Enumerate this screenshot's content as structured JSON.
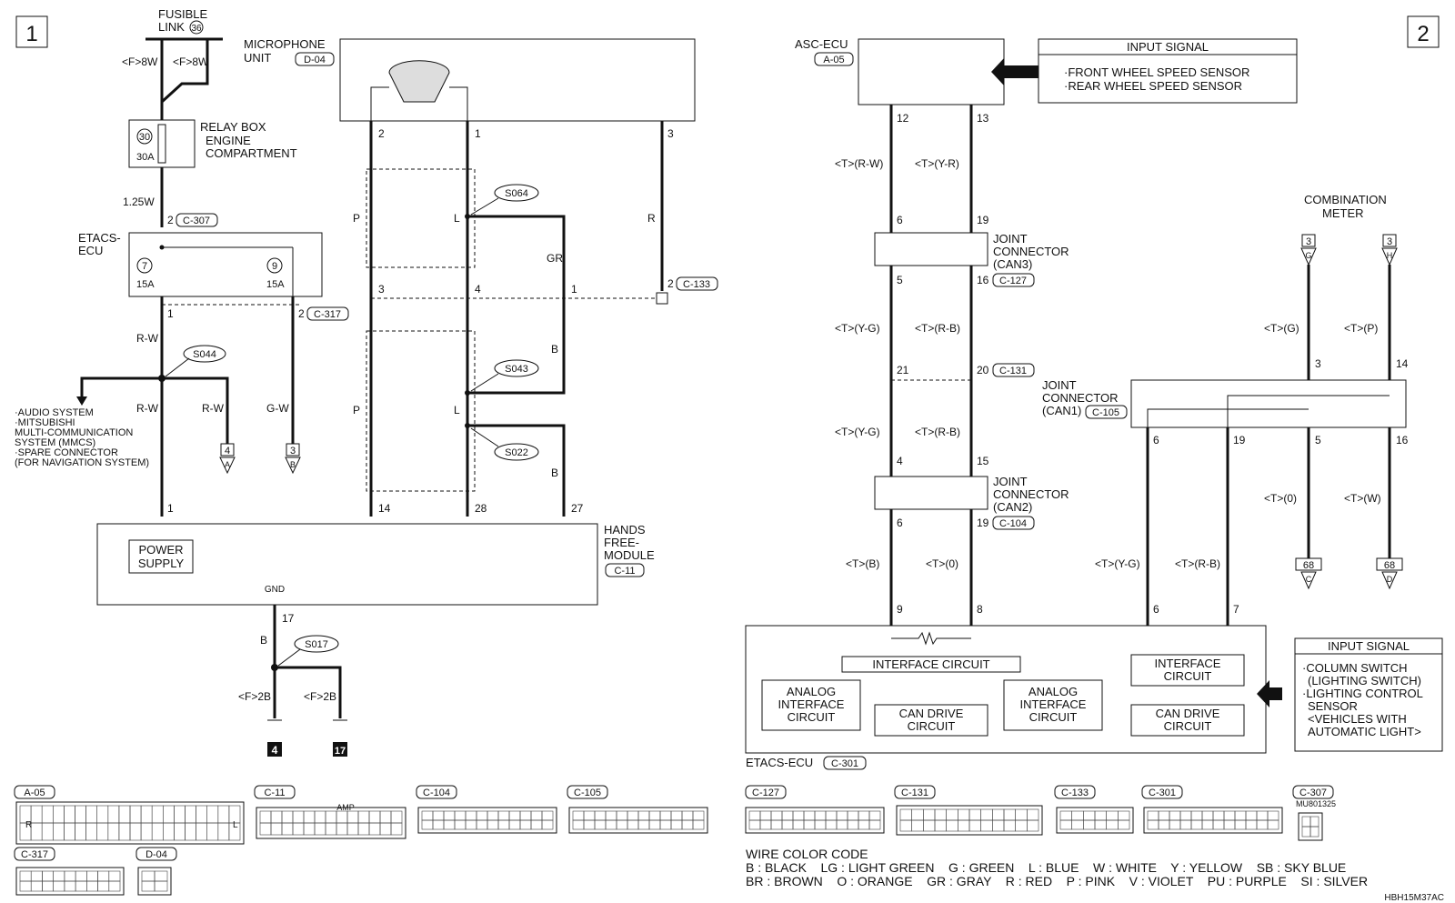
{
  "page_numbers": {
    "left": "1",
    "right": "2"
  },
  "doc_code": "HBH15M37AC",
  "left": {
    "fusible_link": {
      "title_line1": "FUSIBLE",
      "title_line2": "LINK",
      "number": "36",
      "wire_a": "<F>8W",
      "wire_b": "<F>8W"
    },
    "relay_box": {
      "line1": "RELAY BOX",
      "line2": "ENGINE",
      "line3": "COMPARTMENT",
      "fuse_no": "30",
      "fuse_rating": "30A"
    },
    "wire_125": "1.25W",
    "etacs_top": {
      "pin": "2",
      "connector": "C-307",
      "name_line1": "ETACS-",
      "name_line2": "ECU",
      "fuse7_no": "7",
      "fuse7_rating": "15A",
      "fuse9_no": "9",
      "fuse9_rating": "15A",
      "pin_out1": "1",
      "pin_out2": "2",
      "connector2": "C-317"
    },
    "microphone": {
      "line1": "MICROPHONE",
      "line2": "UNIT",
      "connector": "D-04",
      "pin2": "2",
      "pin1": "1",
      "pin3": "3"
    },
    "splices": {
      "s064": "S064",
      "s044": "S044",
      "s043": "S043",
      "s022": "S022",
      "s017": "S017"
    },
    "wires": {
      "rw1": "R-W",
      "rw2": "R-W",
      "rw3": "R-W",
      "gw": "G-W",
      "p1": "P",
      "p2": "P",
      "l1": "L",
      "l2": "L",
      "gr": "GR",
      "b1": "B",
      "b2": "B",
      "r": "R",
      "b_gnd": "B",
      "f2b_a": "<F>2B",
      "f2b_b": "<F>2B"
    },
    "mid_pins": {
      "p3": "3",
      "p4": "4",
      "p1": "1",
      "p2": "2",
      "c133": "C-133"
    },
    "branch": {
      "line1": "·AUDIO SYSTEM",
      "line2": "·MITSUBISHI",
      "line3": "MULTI-COMMUNICATION",
      "line4": "SYSTEM (MMCS)",
      "line5": "·SPARE CONNECTOR",
      "line6": "(FOR NAVIGATION SYSTEM)"
    },
    "conn_a": {
      "num": "4",
      "letter": "A"
    },
    "conn_b": {
      "num": "3",
      "letter": "B"
    },
    "hfm": {
      "line1": "HANDS",
      "line2": "FREE-",
      "line3": "MODULE",
      "connector": "C-11",
      "power_line1": "POWER",
      "power_line2": "SUPPLY",
      "gnd": "GND",
      "pin1": "1",
      "pin14": "14",
      "pin28": "28",
      "pin27": "27",
      "pin17": "17"
    },
    "ground_refs": {
      "g4": "4",
      "g17": "17"
    }
  },
  "right": {
    "asc_ecu": {
      "name": "ASC-ECU",
      "connector": "A-05",
      "pin12": "12",
      "pin13": "13"
    },
    "input_signal_top": {
      "title": "INPUT SIGNAL",
      "line1": "·FRONT WHEEL SPEED SENSOR",
      "line2": "·REAR WHEEL SPEED SENSOR"
    },
    "wires": {
      "rw": "<T>(R-W)",
      "yr": "<T>(Y-R)",
      "yg1": "<T>(Y-G)",
      "rb1": "<T>(R-B)",
      "yg2": "<T>(Y-G)",
      "rb2": "<T>(R-B)",
      "b": "<T>(B)",
      "o": "<T>(0)",
      "yg3": "<T>(Y-G)",
      "rb3": "<T>(R-B)",
      "g": "<T>(G)",
      "p": "<T>(P)",
      "o2": "<T>(0)",
      "w": "<T>(W)"
    },
    "jc_can3": {
      "line1": "JOINT",
      "line2": "CONNECTOR",
      "line3": "(CAN3)",
      "connector": "C-127",
      "pin6": "6",
      "pin19": "19",
      "pin5": "5",
      "pin16": "16"
    },
    "c131": {
      "pin21": "21",
      "pin20": "20",
      "connector": "C-131"
    },
    "jc_can2": {
      "line1": "JOINT",
      "line2": "CONNECTOR",
      "line3": "(CAN2)",
      "connector": "C-104",
      "pin4": "4",
      "pin15": "15",
      "pin6": "6",
      "pin19": "19"
    },
    "jc_can1": {
      "line1": "JOINT",
      "line2": "CONNECTOR",
      "line3": "(CAN1)",
      "connector": "C-105",
      "pin3": "3",
      "pin14": "14",
      "pin6": "6",
      "pin19": "19",
      "pin5": "5",
      "pin16": "16"
    },
    "combination_meter": {
      "line1": "COMBINATION",
      "line2": "METER",
      "g_num": "3",
      "g_letter": "G",
      "h_num": "3",
      "h_letter": "H"
    },
    "conn_c": {
      "num": "68",
      "letter": "C"
    },
    "conn_d": {
      "num": "68",
      "letter": "D"
    },
    "etacs_bottom": {
      "name": "ETACS-ECU",
      "connector": "C-301",
      "pin9": "9",
      "pin8": "8",
      "pin6": "6",
      "pin7": "7",
      "interface1": "INTERFACE CIRCUIT",
      "interface2_line1": "INTERFACE",
      "interface2_line2": "CIRCUIT",
      "analog1_line1": "ANALOG",
      "analog1_line2": "INTERFACE",
      "analog1_line3": "CIRCUIT",
      "analog2_line1": "ANALOG",
      "analog2_line2": "INTERFACE",
      "analog2_line3": "CIRCUIT",
      "can1_line1": "CAN DRIVE",
      "can1_line2": "CIRCUIT",
      "can2_line1": "CAN DRIVE",
      "can2_line2": "CIRCUIT"
    },
    "input_signal_bottom": {
      "title": "INPUT SIGNAL",
      "line1": "·COLUMN SWITCH",
      "line2": "(LIGHTING SWITCH)",
      "line3": "·LIGHTING CONTROL",
      "line4": "SENSOR",
      "line5": "<VEHICLES WITH",
      "line6": "AUTOMATIC LIGHT>"
    }
  },
  "connector_views": {
    "labels": [
      "A-05",
      "C-11",
      "C-104",
      "C-105",
      "C-127",
      "C-131",
      "C-133",
      "C-301",
      "C-307",
      "C-317",
      "D-04"
    ],
    "amp": "AMP",
    "mu": "MU801325",
    "a05_r": "R",
    "a05_l": "L"
  },
  "wire_color_code": {
    "title": "WIRE COLOR CODE",
    "row1": "B : BLACK    LG : LIGHT GREEN    G : GREEN    L : BLUE    W : WHITE    Y : YELLOW    SB : SKY BLUE",
    "row2": "BR : BROWN    O : ORANGE    GR : GRAY    R : RED    P : PINK    V : VIOLET    PU : PURPLE    SI : SILVER"
  }
}
